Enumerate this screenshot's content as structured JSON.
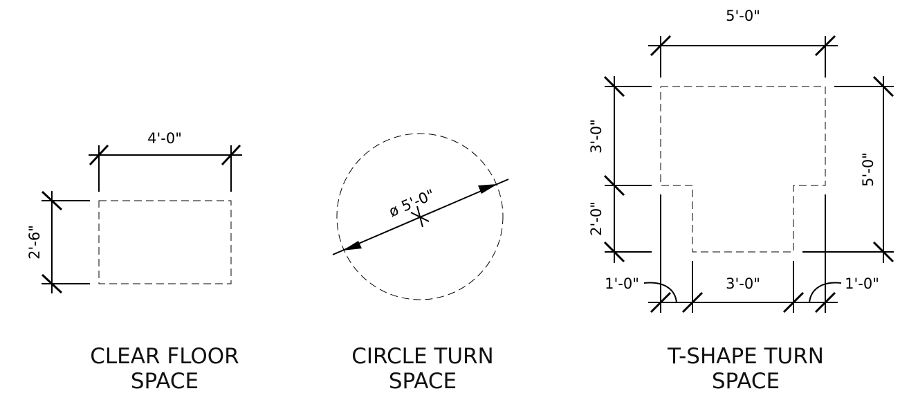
{
  "clear_floor": {
    "width_label": "4'-0\"",
    "depth_label": "2'-6\"",
    "caption_line1": "CLEAR FLOOR",
    "caption_line2": "SPACE"
  },
  "circle_turn": {
    "diameter_label": "ø 5'-0\"",
    "caption_line1": "CIRCLE TURN",
    "caption_line2": "SPACE"
  },
  "t_shape_turn": {
    "top_width_label": "5'-0\"",
    "upper_depth_label": "3'-0\"",
    "lower_depth_label": "2'-0\"",
    "overall_depth_label": "5'-0\"",
    "left_arm_label": "1'-0\"",
    "stem_width_label": "3'-0\"",
    "right_arm_label": "1'-0\"",
    "caption_line1": "T-SHAPE TURN",
    "caption_line2": "SPACE"
  }
}
